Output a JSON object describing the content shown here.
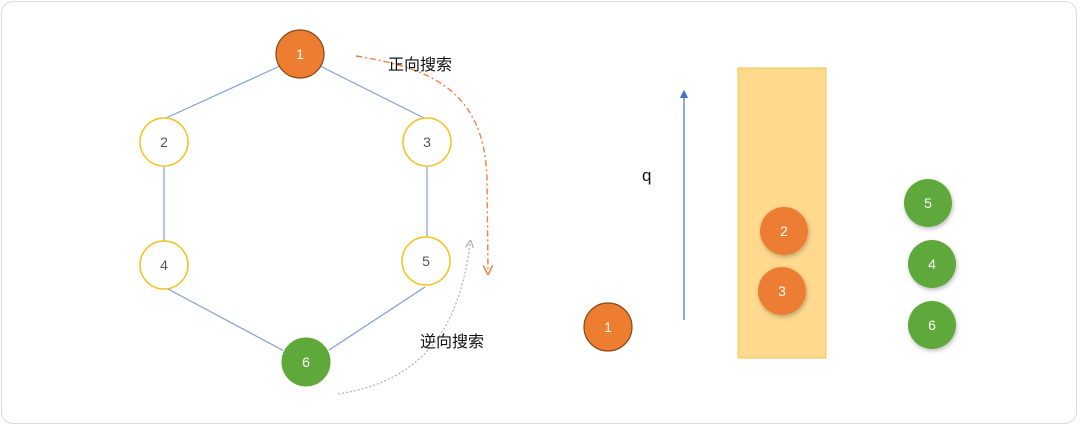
{
  "colors": {
    "edge": "#7fa0d6",
    "orange_fill": "#ed7d31",
    "orange_stroke": "#8b4513",
    "green_fill": "#5fa83a",
    "white_fill": "#ffffff",
    "yellow_stroke": "#f2c21a",
    "queue_fill": "#fed98e",
    "queue_stroke": "#f5c451",
    "forward_arrow": "#f08040",
    "backward_arrow": "#b0b0b0",
    "axis_arrow": "#4472c4"
  },
  "graph": {
    "nodes": [
      {
        "id": "1",
        "label": "1",
        "style": "orange"
      },
      {
        "id": "2",
        "label": "2",
        "style": "white"
      },
      {
        "id": "3",
        "label": "3",
        "style": "white"
      },
      {
        "id": "4",
        "label": "4",
        "style": "white"
      },
      {
        "id": "5",
        "label": "5",
        "style": "white"
      },
      {
        "id": "6",
        "label": "6",
        "style": "green"
      }
    ],
    "edges": [
      [
        "1",
        "2"
      ],
      [
        "1",
        "3"
      ],
      [
        "2",
        "4"
      ],
      [
        "3",
        "5"
      ],
      [
        "4",
        "6"
      ],
      [
        "5",
        "6"
      ]
    ]
  },
  "annotations": {
    "forward_search": "正向搜索",
    "backward_search": "逆向搜索"
  },
  "queue": {
    "label": "q",
    "items": [
      "2",
      "3"
    ]
  },
  "outside": {
    "start": "1",
    "right_stack": [
      "5",
      "4",
      "6"
    ]
  }
}
